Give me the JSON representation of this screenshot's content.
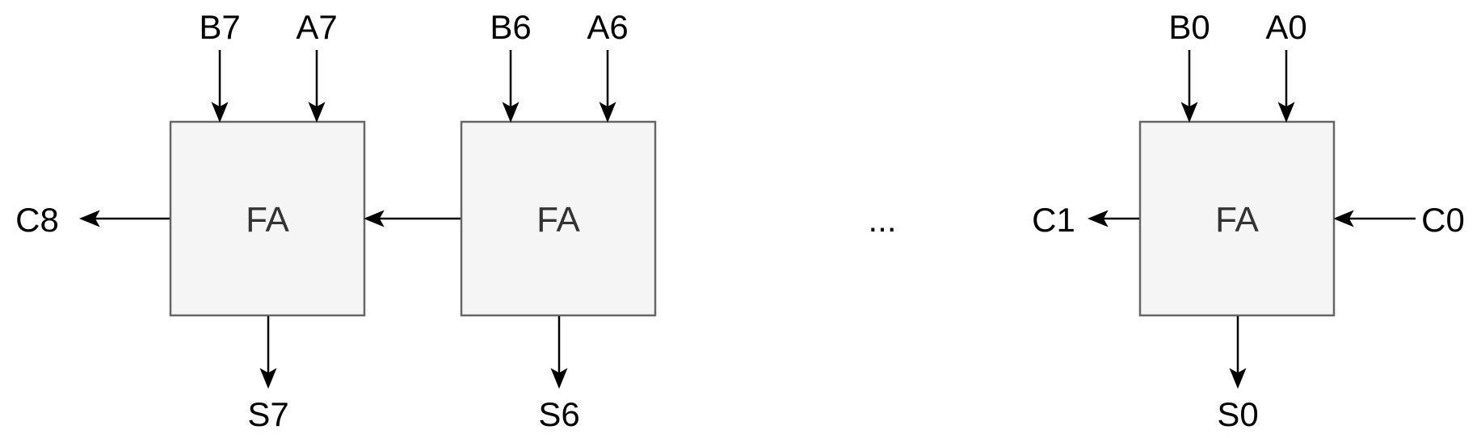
{
  "adders": [
    {
      "label": "FA",
      "inputs": [
        "B7",
        "A7"
      ],
      "sum": "S7",
      "carry_out": "C8"
    },
    {
      "label": "FA",
      "inputs": [
        "B6",
        "A6"
      ],
      "sum": "S6"
    },
    {
      "label": "FA",
      "inputs": [
        "B0",
        "A0"
      ],
      "sum": "S0",
      "carry_out": "C1",
      "carry_in": "C0"
    }
  ],
  "ellipsis": "...",
  "colors": {
    "box_fill": "#f5f5f5",
    "box_stroke": "#666666",
    "box_text": "#333333",
    "wire": "#000000"
  }
}
